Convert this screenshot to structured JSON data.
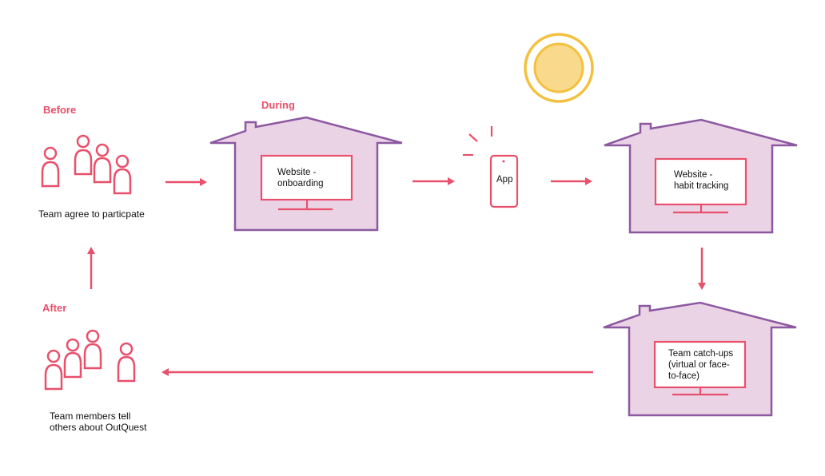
{
  "colors": {
    "accent": "#e8506b",
    "house_stroke": "#8c58a0",
    "house_fill": "#ebd3e6",
    "sun_fill": "#f9d98c",
    "sun_stroke": "#f3c13f"
  },
  "stages": {
    "before": "Before",
    "during": "During",
    "after": "After"
  },
  "nodes": {
    "team_agree": "Team agree to particpate",
    "website_onboarding": "Website -\nonboarding",
    "app": "App",
    "website_habit": "Website -\nhabit tracking",
    "team_catchups": "Team catch-ups\n(virtual or face-\nto-face)",
    "team_tell_line1": "Team members tell",
    "team_tell_line2": "others about OutQuest"
  },
  "icons": [
    "people-group-icon",
    "house-icon",
    "monitor-icon",
    "phone-icon",
    "sun-icon",
    "arrow-icon"
  ]
}
